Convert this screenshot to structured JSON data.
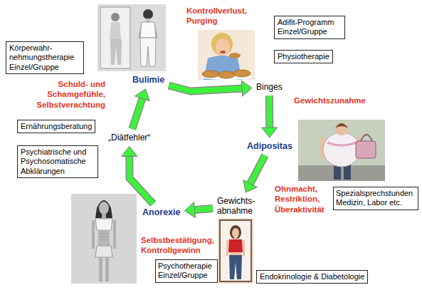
{
  "diagram": {
    "nodes": [
      {
        "text": [
          "Körperwahr-nehmungstherapie Einzel/Gruppe"
        ]
      },
      {
        "text": [
          "Adifit-Programm Einzel/Gruppe"
        ]
      },
      {
        "text": [
          "Physiotherapie"
        ]
      },
      {
        "text": [
          "Bulimie"
        ]
      },
      {
        "text": [
          "Binges"
        ]
      },
      {
        "text": [
          "Ernährungsberatung"
        ]
      },
      {
        "text": [
          "„Diätfehler“"
        ]
      },
      {
        "text": [
          "Psychiatrische und Psychosomatische Abklärungen"
        ]
      },
      {
        "text": [
          "Adipositas"
        ]
      },
      {
        "text": [
          "Spezialsprechstunden Medizin, Labor etc."
        ]
      },
      {
        "text": [
          "Gewichts-abnahme"
        ]
      },
      {
        "text": [
          "Anorexie"
        ]
      },
      {
        "text": [
          "Psychotherapie Einzel/Gruppe"
        ]
      },
      {
        "text": [
          "Endokrinologie & Diabetologie"
        ]
      }
    ],
    "edges": [
      {
        "from": 3,
        "to": 4,
        "arrow": "to",
        "label": "Kontrollverlust, Purging"
      },
      {
        "from": 4,
        "to": 8,
        "arrow": "to",
        "label": "Gewichtszunahme"
      },
      {
        "from": 8,
        "to": 10,
        "arrow": "to",
        "label": "Ohnmacht, Restriktion, Überaktivität"
      },
      {
        "from": 10,
        "to": 11,
        "arrow": "to",
        "label": "Selbstbestätigung, Kontrollgewinn"
      },
      {
        "from": 11,
        "to": 6,
        "arrow": "to"
      },
      {
        "from": 6,
        "to": 3,
        "arrow": "to",
        "label": "Schuld- und Schamgefühle, Selbstverachtung"
      }
    ]
  }
}
